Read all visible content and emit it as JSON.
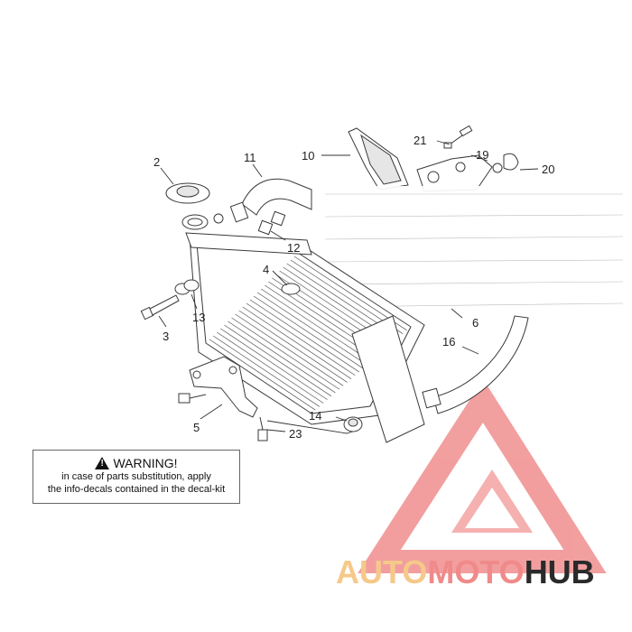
{
  "callouts": {
    "c2": "2",
    "c3": "3",
    "c4": "4",
    "c5": "5",
    "c6": "6",
    "c10": "10",
    "c11": "11",
    "c12": "12",
    "c13": "13",
    "c14": "14",
    "c16": "16",
    "c19": "19",
    "c20": "20",
    "c21": "21",
    "c23": "23"
  },
  "warning": {
    "title": "WARNING!",
    "line1": "in case of parts substitution, apply",
    "line2": "the info-decals contained in the decal-kit",
    "icon": "warning-triangle-icon"
  },
  "watermark": {
    "part1": "AUTO",
    "part2": "MOTO",
    "part3": "HUB",
    "color_auto": "#f5c98a",
    "color_moto": "#f08a8a",
    "color_hub": "#2a2a2a",
    "logo_color": "#f08e8e"
  }
}
